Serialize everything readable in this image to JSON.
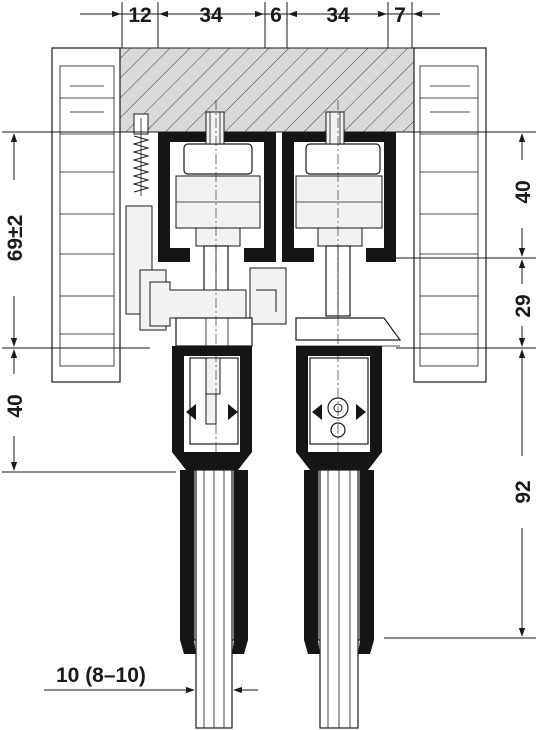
{
  "dimensions": {
    "top": [
      "12",
      "34",
      "6",
      "34",
      "7"
    ],
    "left_upper": "69±2",
    "left_lower": "40",
    "right_upper": "40",
    "right_middle": "29",
    "right_lower": "92",
    "glass_thickness": "10 (8–10)"
  },
  "colors": {
    "line": "#1a1a1a",
    "profile": "#151515",
    "ceiling": "#d9d9d9",
    "background": "#ffffff"
  }
}
